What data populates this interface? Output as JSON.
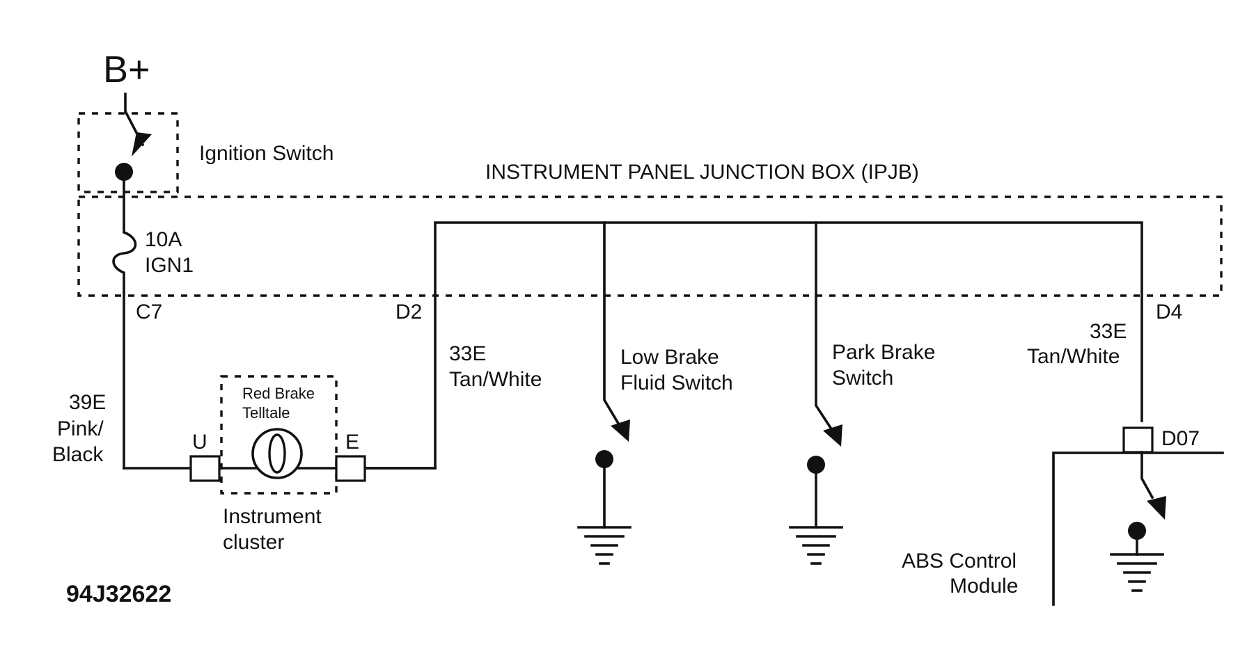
{
  "supply": {
    "label": "B+"
  },
  "ignition_switch": {
    "label": "Ignition Switch"
  },
  "junction_box": {
    "label": "INSTRUMENT PANEL JUNCTION BOX (IPJB)"
  },
  "fuse": {
    "rating": "10A",
    "name": "IGN1"
  },
  "connectors": {
    "c7": "C7",
    "d2": "D2",
    "d4": "D4",
    "u": "U",
    "e": "E",
    "d07": "D07"
  },
  "wires": {
    "w39e": {
      "circuit": "39E",
      "color_line1": "Pink/",
      "color_line2": "Black"
    },
    "w33e_left": {
      "circuit": "33E",
      "color": "Tan/White"
    },
    "w33e_right": {
      "circuit": "33E",
      "color": "Tan/White"
    }
  },
  "instrument_cluster": {
    "telltale_line1": "Red Brake",
    "telltale_line2": "Telltale",
    "label_line1": "Instrument",
    "label_line2": "cluster"
  },
  "low_brake_fluid_switch": {
    "line1": "Low Brake",
    "line2": "Fluid Switch"
  },
  "park_brake_switch": {
    "line1": "Park Brake",
    "line2": "Switch"
  },
  "abs_module": {
    "line1": "ABS Control",
    "line2": "Module"
  },
  "figure_id": "94J32622"
}
